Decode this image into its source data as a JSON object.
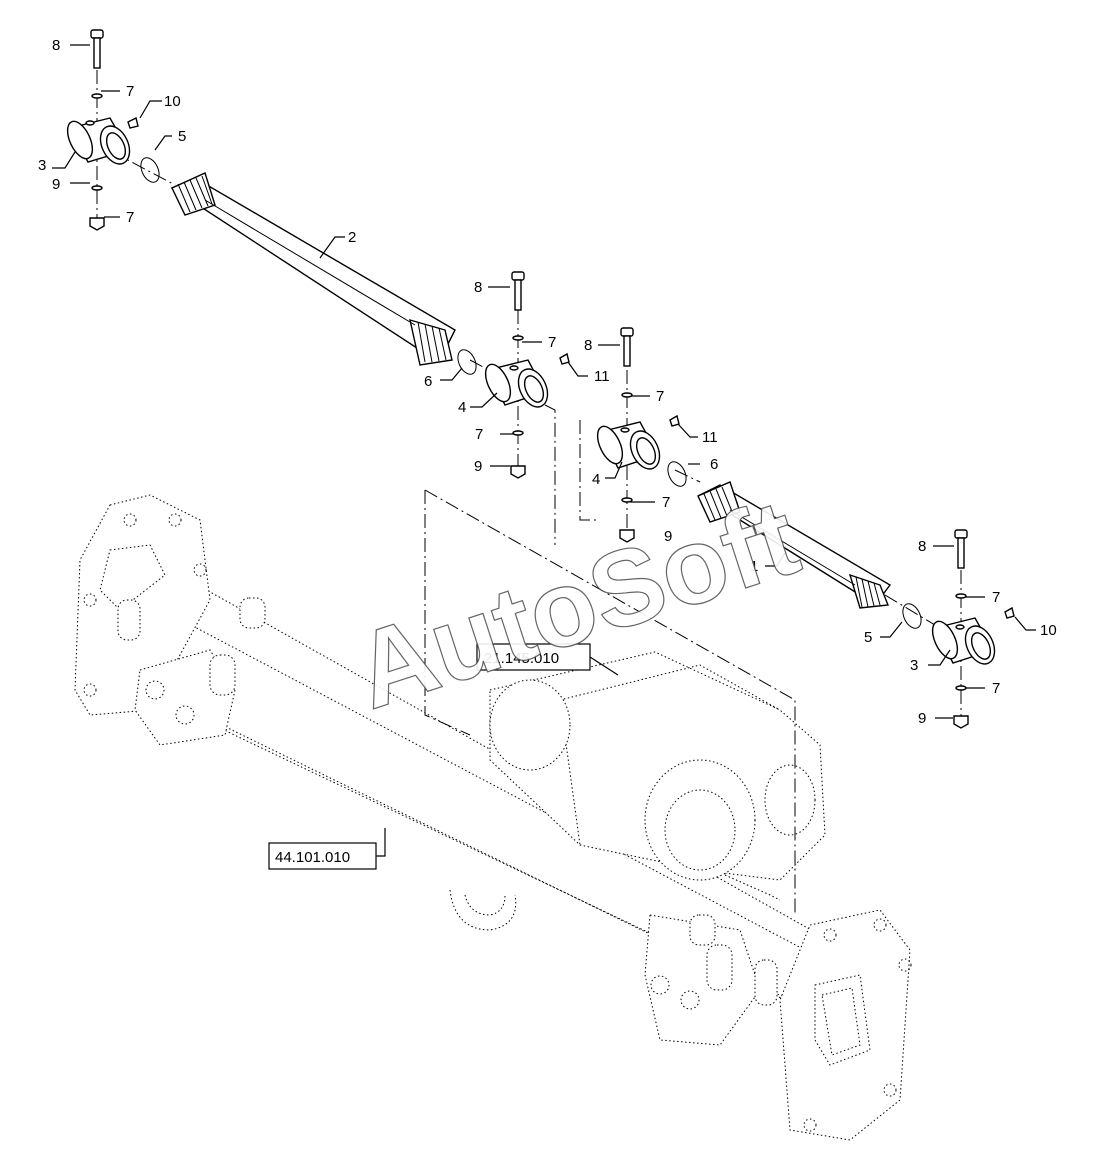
{
  "watermark": "AutoSoft",
  "reference_boxes": [
    {
      "label": "21.145.010"
    },
    {
      "label": "44.101.010"
    }
  ],
  "callouts": {
    "left_pin_8": "8",
    "left_washer_top_7": "7",
    "left_grease_10": "10",
    "left_snapring_5": "5",
    "left_coupler_3": "3",
    "left_nut_9": "9",
    "left_bottom_7": "7",
    "shaft_2": "2",
    "mid_pin_8": "8",
    "mid_washer_top_7": "7",
    "mid_grease_11": "11",
    "mid_snapring_6": "6",
    "mid_coupler_4": "4",
    "mid_washer_bottom_7": "7",
    "mid_nut_9": "9",
    "mid2_pin_8": "8",
    "mid2_washer_top_7": "7",
    "mid2_grease_11": "11",
    "mid2_snapring_6": "6",
    "mid2_coupler_4": "4",
    "mid2_washer_bottom_7": "7",
    "mid2_nut_9": "9",
    "shaft_1": "1",
    "right_pin_8": "8",
    "right_washer_top_7": "7",
    "right_grease_10": "10",
    "right_snapring_5": "5",
    "right_coupler_3": "3",
    "right_washer_bottom_7": "7",
    "right_nut_9": "9"
  }
}
